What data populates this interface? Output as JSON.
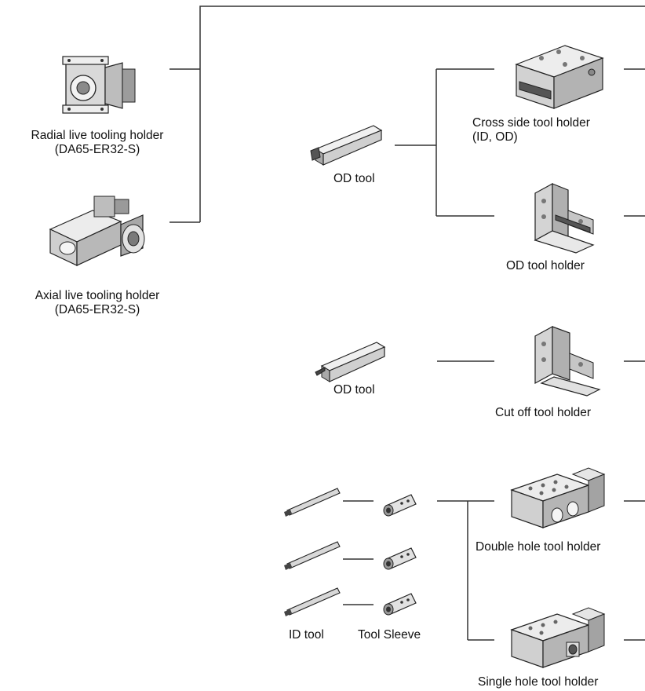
{
  "labels": {
    "radial_holder": [
      "Radial live tooling holder",
      "(DA65-ER32-S)"
    ],
    "axial_holder": [
      "Axial live tooling holder",
      "(DA65-ER32-S)"
    ],
    "od_tool_1": "OD tool",
    "cross_side_holder": [
      "Cross side tool holder",
      "(ID, OD)"
    ],
    "od_tool_holder": "OD tool holder",
    "od_tool_2": "OD tool",
    "cut_off_holder": "Cut off tool holder",
    "double_hole_holder": "Double hole tool holder",
    "id_tool": "ID tool",
    "tool_sleeve": "Tool Sleeve",
    "single_hole_holder": "Single hole tool holder"
  },
  "colors": {
    "line": "#333333",
    "metal_light": "#e6e6e6",
    "metal_mid": "#bdbdbd",
    "metal_dark": "#6f6f6f",
    "outline": "#222222"
  },
  "icons": [
    "radial-live-holder-icon",
    "axial-live-holder-icon",
    "od-tool-icon",
    "cross-side-holder-icon",
    "od-tool-holder-icon",
    "cut-off-holder-icon",
    "boring-bar-icon",
    "tool-sleeve-icon",
    "double-hole-holder-icon",
    "single-hole-holder-icon"
  ]
}
